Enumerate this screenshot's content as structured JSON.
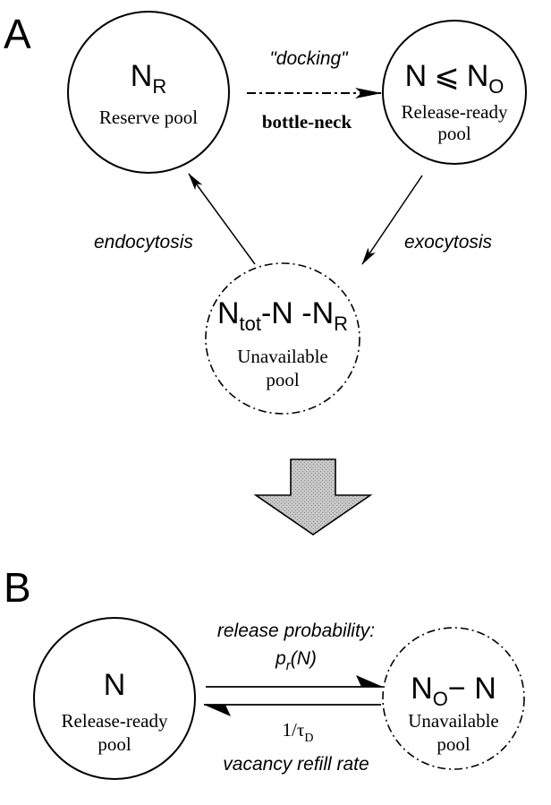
{
  "panel_a": {
    "letter": "A",
    "reserve": {
      "symbol_main": "N",
      "symbol_sub": "R",
      "label": "Reserve pool"
    },
    "ready": {
      "symbol_left": "N",
      "symbol_op": "⩽",
      "symbol_right": "N",
      "symbol_right_sub": "O",
      "label_line1": "Release-ready",
      "label_line2": "pool"
    },
    "unavailable": {
      "sym_n1": "N",
      "sym_n1_sub": "tot",
      "sym_mid": "-N -N",
      "sym_end_sub": "R",
      "label_line1": "Unavailable",
      "label_line2": "pool"
    },
    "docking_label": "\"docking\"",
    "bottleneck_label": "bottle-neck",
    "endocytosis_label": "endocytosis",
    "exocytosis_label": "exocytosis"
  },
  "panel_b": {
    "letter": "B",
    "ready": {
      "symbol": "N",
      "label_line1": "Release-ready",
      "label_line2": "pool"
    },
    "unavailable": {
      "sym_n": "N",
      "sym_n_sub": "O",
      "sym_rest": "− N",
      "label_line1": "Unavailable",
      "label_line2": "pool"
    },
    "release_probability_label": "release probability:",
    "pr_p": "p",
    "pr_sub": "r",
    "pr_arg": "(N)",
    "rate_one_over": "1/τ",
    "rate_sub": "D",
    "vacancy_label": "vacancy refill rate"
  }
}
